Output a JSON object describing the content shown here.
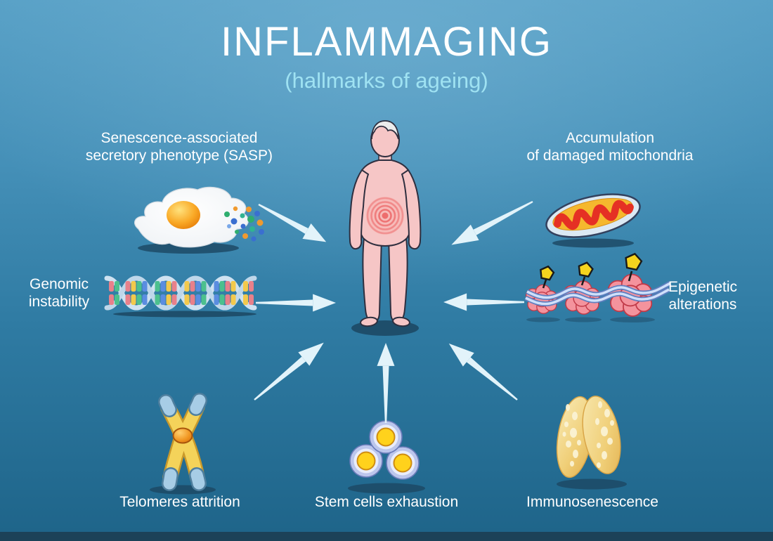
{
  "title": {
    "text": "INFLAMMAGING",
    "subtitle": "(hallmarks of ageing)"
  },
  "center_figure": {
    "description": "human-silhouette-with-inflammation-target"
  },
  "hallmarks": {
    "sasp": {
      "line1": "Senescence-associated",
      "line2": "secretory phenotype (SASP)",
      "icon": "senescent-cell-fried-egg-with-secreted-factors"
    },
    "mitochondria": {
      "line1": "Accumulation",
      "line2": "of damaged mitochondria",
      "icon": "damaged-mitochondrion"
    },
    "genomic": {
      "line1": "Genomic",
      "line2": "instability",
      "icon": "dna-double-helix"
    },
    "epigenetic": {
      "line1": "Epigenetic",
      "line2": "alterations",
      "icon": "nucleosomes-with-methyl-flags"
    },
    "telomeres": {
      "label": "Telomeres attrition",
      "icon": "chromosome-with-telomere-caps"
    },
    "stem": {
      "label": "Stem cells exhaustion",
      "icon": "stem-cells"
    },
    "immuno": {
      "label": "Immunosenescence",
      "icon": "thymus-gland"
    }
  },
  "colors": {
    "background_top": "#57a0c6",
    "background_bottom": "#1e6489",
    "bottom_border": "#1c4258",
    "title_text": "#ffffff",
    "subtitle_text": "#9fe2f2",
    "label_text": "#ffffff",
    "arrow": "#e2f3fa",
    "body_skin": "#f6c6c6",
    "inflammation_rings": "#f08a8a",
    "yolk_orange": "#f9a825",
    "mito_red": "#e53024",
    "mito_yellow": "#f5b82e",
    "dna_strand": "#cfe2f1",
    "nucleosome_pink": "#f4939d",
    "methyl_flag_yellow": "#f6d41e",
    "chromosome_yellow": "#f1c93f",
    "telomere_cap_blue": "#a7cde6",
    "stem_cell_rim": "#bcc6ec",
    "stem_cell_core": "#ffd21c",
    "thymus_cream": "#eec869",
    "shadow": "#1d4a66"
  }
}
